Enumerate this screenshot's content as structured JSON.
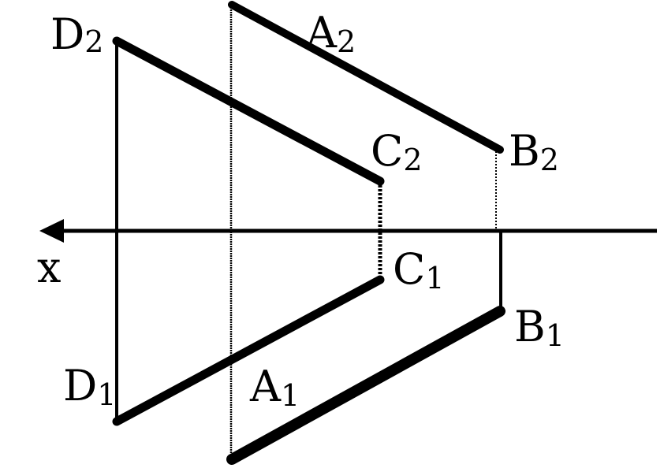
{
  "diagram": {
    "axis_label": "x",
    "points": {
      "A2": {
        "letter": "A",
        "sub": "2"
      },
      "B2": {
        "letter": "B",
        "sub": "2"
      },
      "C2": {
        "letter": "C",
        "sub": "2"
      },
      "D2": {
        "letter": "D",
        "sub": "2"
      },
      "A1": {
        "letter": "A",
        "sub": "1"
      },
      "B1": {
        "letter": "B",
        "sub": "1"
      },
      "C1": {
        "letter": "C",
        "sub": "1"
      },
      "D1": {
        "letter": "D",
        "sub": "1"
      }
    },
    "line_color": "#000000"
  }
}
